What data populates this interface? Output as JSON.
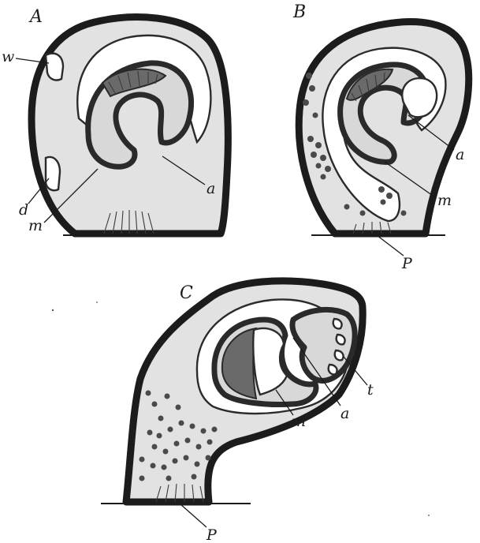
{
  "figure": {
    "panels": [
      {
        "id": "A",
        "label": "A",
        "parts": {
          "w": "w",
          "d": "d",
          "m": "m",
          "a": "a"
        }
      },
      {
        "id": "B",
        "label": "B",
        "parts": {
          "a": "a",
          "m": "m",
          "p": "P"
        }
      },
      {
        "id": "C",
        "label": "C",
        "parts": {
          "m": "m",
          "a": "a",
          "t": "t",
          "p": "P"
        }
      }
    ]
  },
  "colors": {
    "ink": "#1a1a1a",
    "tissue": "#dcdcdc",
    "background": "#ffffff"
  }
}
